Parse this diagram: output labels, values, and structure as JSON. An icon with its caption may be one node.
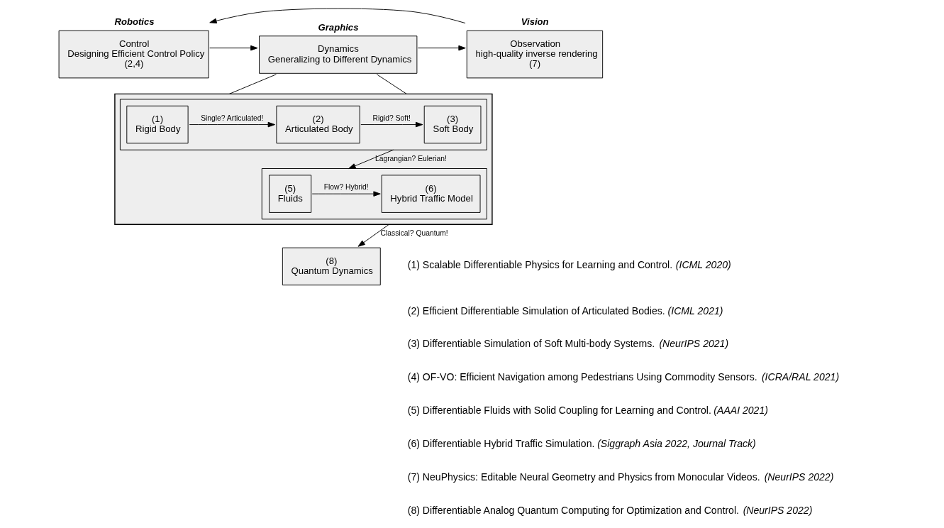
{
  "diagram": {
    "nodes": [
      {
        "text": [
          "Control",
          "Designing Efficient Control Policy",
          "(2,4)"
        ],
        "beside": [
          "Robotics"
        ]
      },
      {
        "text": [
          "Dynamics",
          "Generalizing to Different Dynamics"
        ],
        "beside": [
          "Graphics"
        ]
      },
      {
        "text": [
          "Observation",
          "high-quality inverse rendering",
          "(7)"
        ],
        "beside": [
          "Vision"
        ]
      },
      {
        "text": [],
        "shape": "box"
      },
      {
        "text": [],
        "shape": "box",
        "in": 3
      },
      {
        "text": [
          "(1)",
          "Rigid Body"
        ],
        "in": 4
      },
      {
        "text": [
          "(2)",
          "Articulated Body"
        ],
        "in": 4
      },
      {
        "text": [
          "(3)",
          "Soft Body"
        ],
        "in": 4
      },
      {
        "text": [],
        "shape": "box",
        "in": 3
      },
      {
        "text": [
          "(5)",
          "Fluids"
        ],
        "in": 8
      },
      {
        "text": [
          "(6)",
          "Hybrid Traffic Model"
        ],
        "in": 8
      },
      {
        "text": [
          "(8)",
          "Quantum Dynamics"
        ]
      }
    ],
    "edges": [
      {
        "from": 0,
        "to": 1,
        "arrow": "to"
      },
      {
        "from": 1,
        "to": 2,
        "arrow": "to"
      },
      {
        "from": 2,
        "to": 0,
        "arrow": "to"
      },
      {
        "from": 1,
        "to": 3,
        "arrow": "none"
      },
      {
        "from": 1,
        "to": 3,
        "arrow": "none"
      },
      {
        "from": 5,
        "to": 6,
        "arrow": "to",
        "label": "Single? Articulated!"
      },
      {
        "from": 6,
        "to": 7,
        "arrow": "to",
        "label": "Rigid? Soft!"
      },
      {
        "from": 4,
        "to": 8,
        "arrow": "to",
        "label": "Lagrangian? Eulerian!"
      },
      {
        "from": 9,
        "to": 10,
        "arrow": "to",
        "label": "Flow? Hybrid!"
      },
      {
        "from": 3,
        "to": 11,
        "arrow": "to",
        "label": "Classical? Quantum!"
      }
    ],
    "labels": [
      "(1) Scalable Differentiable Physics for Learning and Control. *(ICML 2020)*",
      "(2) Efficient Differentiable Simulation of Articulated Bodies. *(ICML 2021)*",
      "(3) Differentiable Simulation of Soft Multi-body Systems. *(NeurIPS 2021)*",
      "(4) OF-VO: Efficient Navigation among Pedestrians Using Commodity Sensors. *(ICRA/RAL 2021)*",
      "(5) Differentiable Fluids with Solid Coupling for Learning and Control. *(AAAI 2021)*",
      "(6) Differentiable Hybrid Traffic Simulation. *(Siggraph Asia 2022, Journal Track)*",
      "(7) NeuPhysics: Editable Neural Geometry and Physics from Monocular Videos. *(NeurIPS 2022)*",
      "(8) Differentiable Analog Quantum Computing for Optimization and Control. *(NeurIPS 2022)*"
    ]
  }
}
